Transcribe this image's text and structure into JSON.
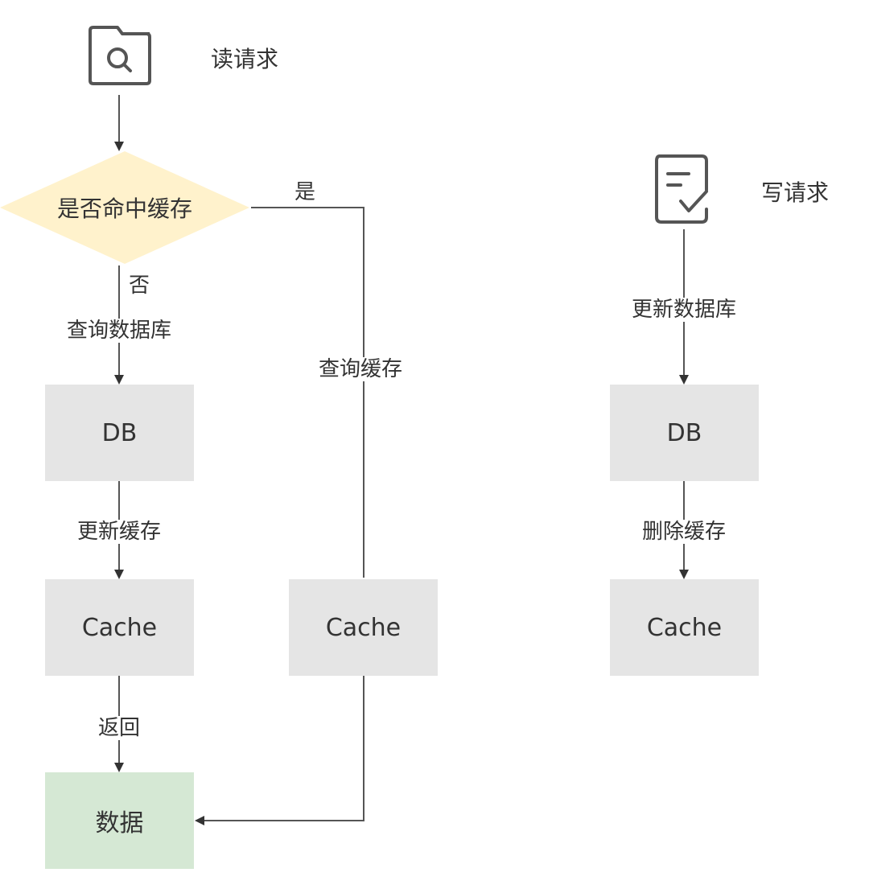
{
  "read_flow": {
    "title": "读请求",
    "decision": "是否命中缓存",
    "yes_label": "是",
    "no_label": "否",
    "query_db_label": "查询数据库",
    "db_box": "DB",
    "update_cache_label": "更新缓存",
    "cache_box_left": "Cache",
    "return_label": "返回",
    "data_box": "数据",
    "query_cache_label": "查询缓存",
    "cache_box_right": "Cache"
  },
  "write_flow": {
    "title": "写请求",
    "update_db_label": "更新数据库",
    "db_box": "DB",
    "delete_cache_label": "删除缓存",
    "cache_box": "Cache"
  },
  "colors": {
    "process_box": "#e5e5e5",
    "decision_fill": "#fff2cc",
    "result_box": "#d5e8d4",
    "line": "#555555"
  },
  "icons": {
    "read_request_icon": "folder-search-icon",
    "write_request_icon": "document-check-icon"
  }
}
